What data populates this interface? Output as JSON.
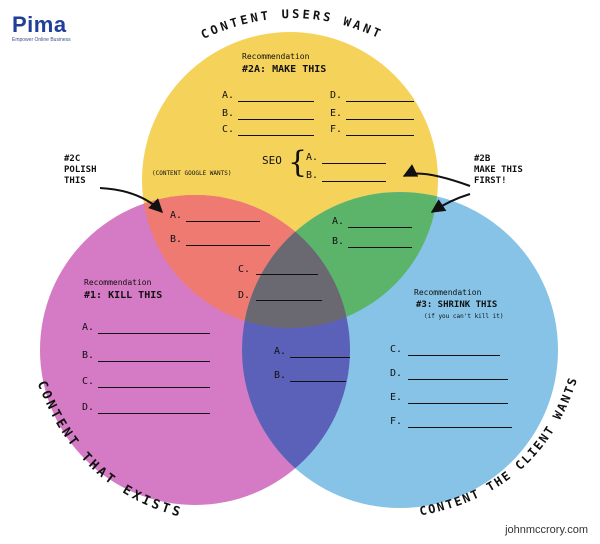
{
  "logo": {
    "name": "Pima",
    "tagline": "Empower Online Business"
  },
  "titles": {
    "top": "CONTENT USERS WANT",
    "left": "CONTENT THAT EXISTS",
    "right": "CONTENT THE CLIENT WANTS"
  },
  "top_box": {
    "heading": "Recommendation",
    "subheading": "#2a: MAKE THIS",
    "items_left": [
      "A.",
      "B.",
      "C."
    ],
    "items_right": [
      "D.",
      "E.",
      "F."
    ],
    "seo_label": "SEO",
    "seo_note": "(CONTENT GOOGLE WANTS)",
    "seo_items": [
      "A.",
      "B."
    ]
  },
  "callout_left": {
    "lines": [
      "#2c",
      "POLISH",
      "THIS"
    ]
  },
  "callout_right": {
    "lines": [
      "#2b",
      "MAKE THIS",
      "FIRST!"
    ]
  },
  "red_zone": {
    "items": [
      "A.",
      "B."
    ]
  },
  "green_zone": {
    "items": [
      "A.",
      "B."
    ]
  },
  "center_zone": {
    "items": [
      "C.",
      "D."
    ]
  },
  "blue_zone": {
    "items": [
      "A.",
      "B."
    ]
  },
  "left_box": {
    "heading": "Recommendation",
    "subheading": "#1: KILL THIS",
    "items": [
      "A.",
      "B.",
      "C.",
      "D."
    ]
  },
  "right_box": {
    "heading": "Recommendation",
    "subheading": "#3: SHRINK THIS",
    "note": "(if you can't kill it)",
    "items": [
      "C.",
      "D.",
      "E.",
      "F."
    ]
  },
  "credit": "johnmccrory.com",
  "colors": {
    "yellow": "#f5d35a",
    "magenta": "#d57ac4",
    "blue": "#86c3e6",
    "red_overlap": "#ef7a72",
    "green_overlap": "#5cb46a",
    "purple_overlap": "#5b60b8",
    "center": "#6a6972",
    "brand": "#1f3f9a"
  }
}
